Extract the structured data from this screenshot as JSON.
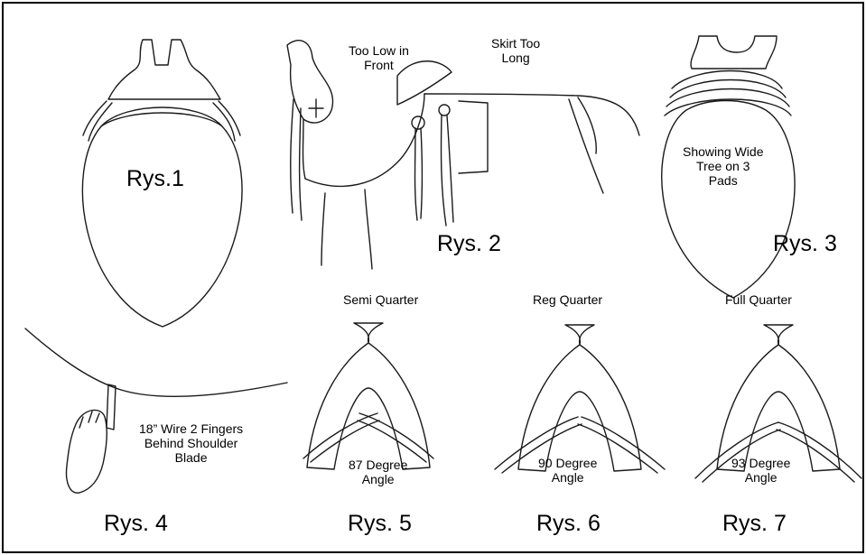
{
  "figures": {
    "fig1": {
      "caption": "Rys.1"
    },
    "fig2": {
      "caption": "Rys. 2",
      "note_front": [
        "Too Low in",
        "Front"
      ],
      "note_skirt": [
        "Skirt Too",
        "Long"
      ]
    },
    "fig3": {
      "caption": "Rys. 3",
      "note": [
        "Showing Wide",
        "Tree on 3",
        "Pads"
      ]
    },
    "fig4": {
      "caption": "Rys. 4",
      "note": [
        "18” Wire 2 Fingers",
        "Behind Shoulder",
        "Blade"
      ]
    },
    "fig5": {
      "caption": "Rys. 5",
      "title": "Semi Quarter",
      "angle": [
        "87 Degree",
        "Angle"
      ]
    },
    "fig6": {
      "caption": "Rys. 6",
      "title": "Reg Quarter",
      "angle": [
        "90 Degree",
        "Angle"
      ]
    },
    "fig7": {
      "caption": "Rys. 7",
      "title": "Full Quarter",
      "angle": [
        "93 Degree",
        "Angle"
      ]
    }
  }
}
